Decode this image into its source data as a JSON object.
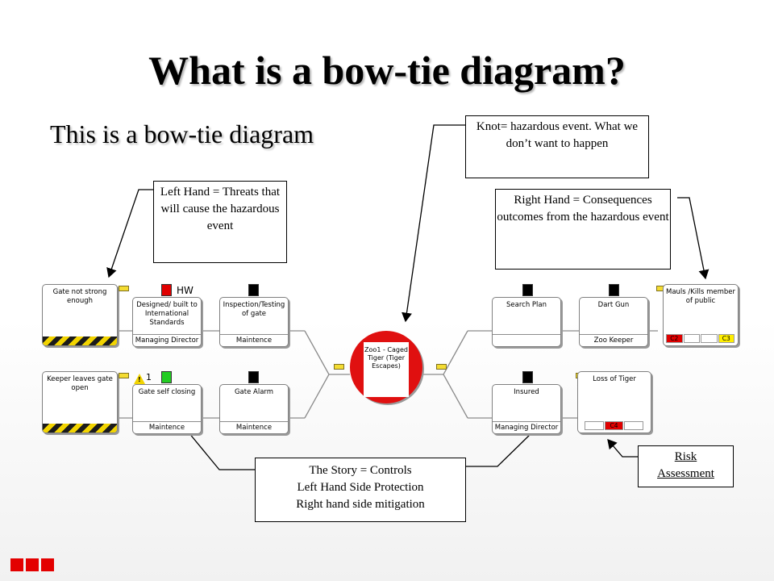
{
  "slide": {
    "title": "What is a bow-tie diagram?",
    "subtitle": "This is a bow-tie diagram"
  },
  "callouts": {
    "knot": "Knot= hazardous event. What we don’t want to happen",
    "left_hand": "Left Hand = Threats that will cause the hazardous event",
    "right_hand": "Right Hand  = Consequences outcomes from the hazardous event",
    "story_line1": "The Story = Controls",
    "story_line2": "Left Hand Side Protection",
    "story_line3": "Right hand side mitigation",
    "risk_assessment": "Risk Assessment"
  },
  "diagram": {
    "hazard": "Zoo1 - Caged Tiger (Tiger Escapes)",
    "threats": [
      "Gate not strong enough",
      "Keeper leaves gate open"
    ],
    "preventive_controls": [
      {
        "name": "Designed/ built to International Standards",
        "owner": "Managing Director",
        "status_color": "#e00000",
        "status_label": "HW"
      },
      {
        "name": "Inspection/Testing of gate",
        "owner": "Maintence",
        "status_color": "#000000"
      },
      {
        "name": "Gate self closing",
        "owner": "Maintence",
        "status_color": "#22cc22",
        "warning_count": "1"
      },
      {
        "name": "Gate Alarm",
        "owner": "Maintence",
        "status_color": "#000000"
      }
    ],
    "recovery_controls": [
      {
        "name": "Search Plan",
        "owner": "",
        "status_color": "#000000"
      },
      {
        "name": "Dart Gun",
        "owner": "Zoo Keeper",
        "status_color": "#000000"
      },
      {
        "name": "Insured",
        "owner": "Managing Director",
        "status_color": "#000000"
      }
    ],
    "consequences": [
      {
        "name": "Mauls /Kills member of public",
        "ratings": [
          "C2",
          "",
          "",
          "C3"
        ]
      },
      {
        "name": "Loss of Tiger",
        "ratings": [
          "",
          "C4",
          ""
        ]
      }
    ]
  },
  "colors": {
    "knot_red": "#e01010",
    "hazard_stripe": "#f2d400",
    "rating_red": "#e00000",
    "rating_yellow": "#ffee00",
    "logo_red": "#e30000"
  }
}
